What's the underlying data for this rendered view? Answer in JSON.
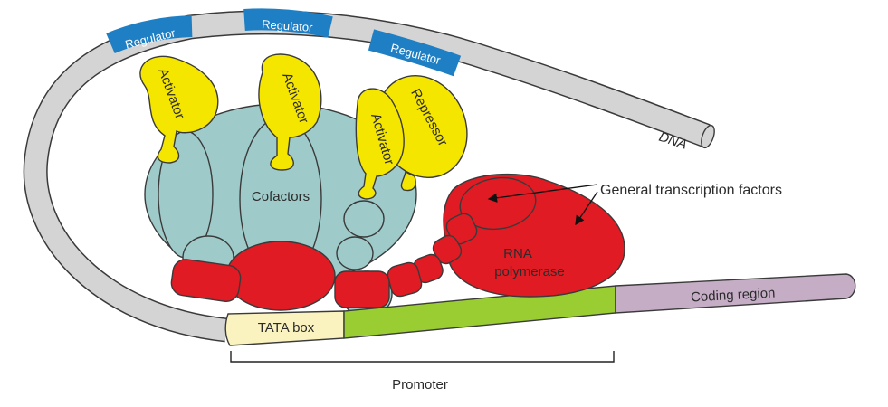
{
  "labels": {
    "regulator_1": "Regulator",
    "regulator_2": "Regulator",
    "regulator_3": "Regulator",
    "activator_1": "Activator",
    "activator_2": "Activator",
    "activator_3": "Activator",
    "repressor": "Repressor",
    "dna": "DNA",
    "cofactors": "Cofactors",
    "general_transcription_factors": "General transcription factors",
    "rna_polymerase_line1": "RNA",
    "rna_polymerase_line2": "polymerase",
    "coding_region": "Coding region",
    "tata_box": "TATA box",
    "promoter": "Promoter"
  },
  "colors": {
    "dna": "#d4d4d4",
    "regulator": "#1f7fc4",
    "activator": "#f5e600",
    "repressor": "#f5e600",
    "cofactor": "#9ecbc9",
    "transcription_factor": "#e01b24",
    "tata_box": "#fbf3bf",
    "promoter_segment": "#9acd32",
    "coding_region": "#c5adc6",
    "outline": "#3a3a3a"
  }
}
